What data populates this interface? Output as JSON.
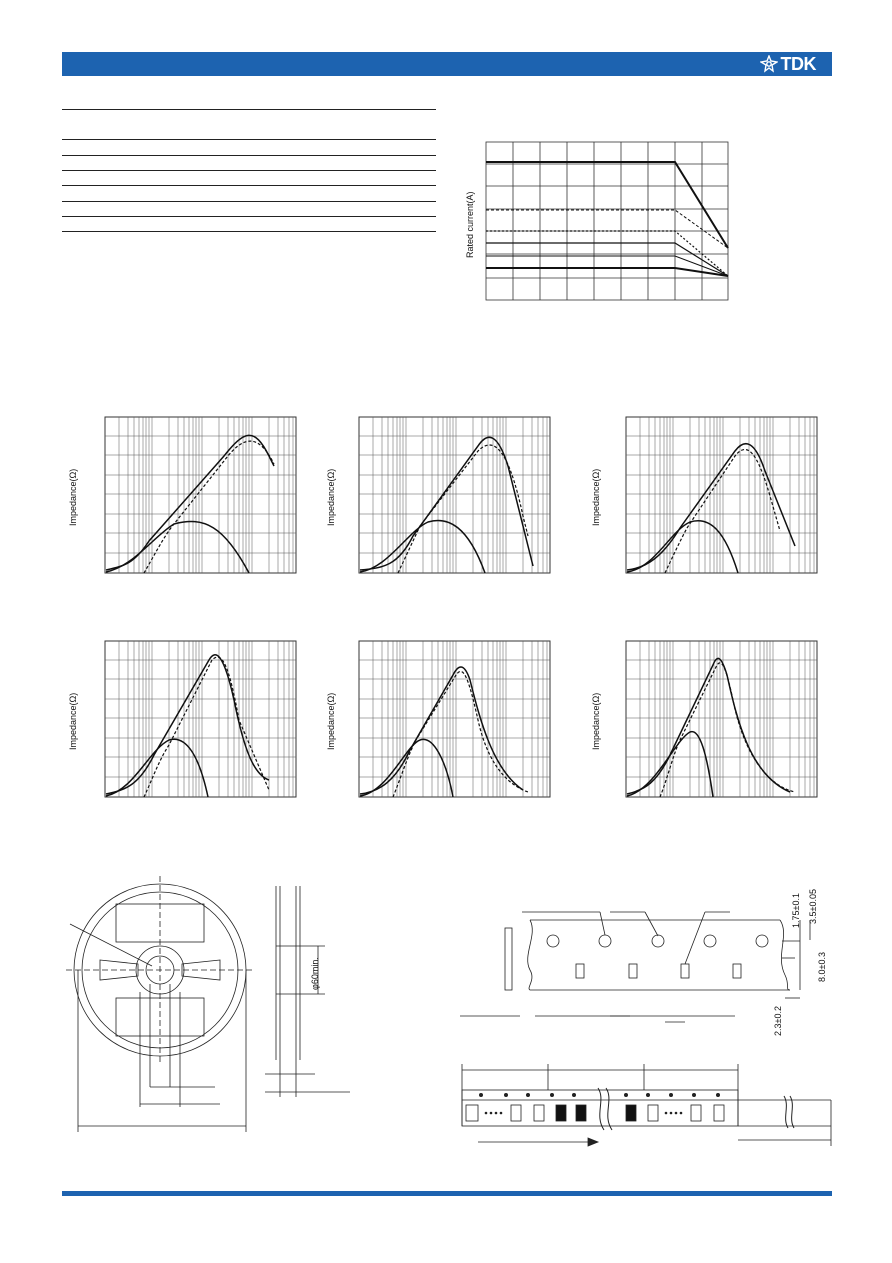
{
  "header": {
    "brand": "TDK",
    "bar_color": "#1d63b0",
    "logo_icon": "tdk-star-icon"
  },
  "derating_chart": {
    "ylabel": "Rated current(A)"
  },
  "impedance_charts": {
    "ylabel": "Impedance(Ω)"
  },
  "reel_drawing": {
    "hub_dim": "φ60min."
  },
  "tape_drawing": {
    "dim_pitch_top": "1.75±0.1",
    "dim_pitch_mid": "3.5±0.05",
    "dim_width": "8.0±0.3",
    "dim_thickness": "2.3±0.2"
  },
  "footer": {
    "bar_color": "#1d63b0"
  }
}
